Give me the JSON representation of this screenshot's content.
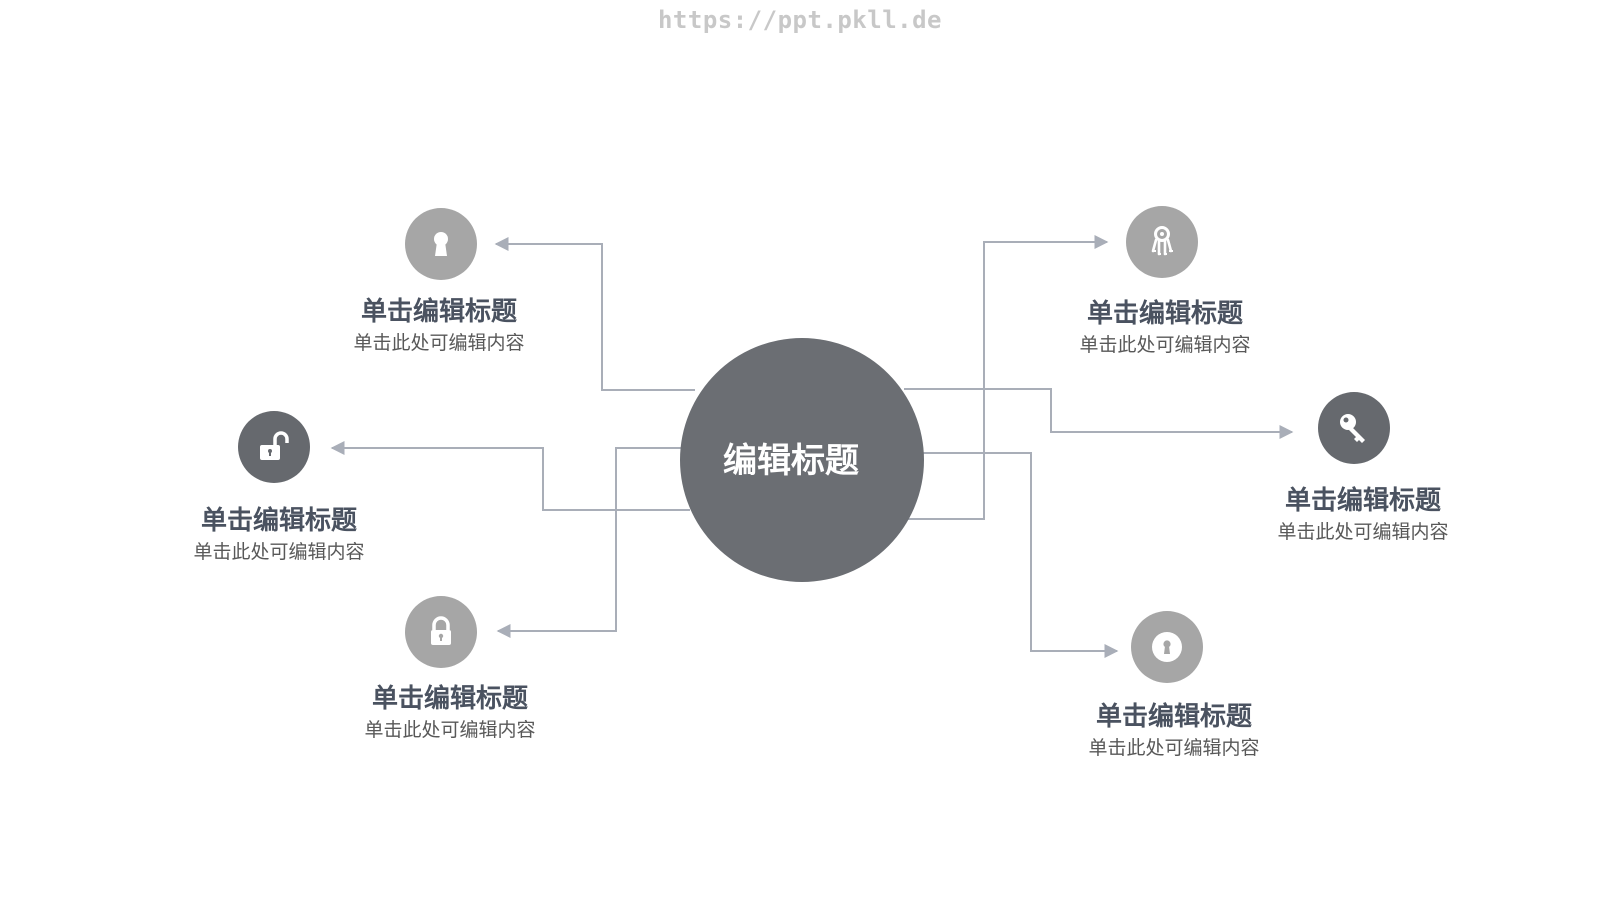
{
  "watermark": "https://ppt.pkll.de",
  "colors": {
    "center": "#6b6e73",
    "icon_light": "#a6a6a6",
    "icon_dark": "#66696e",
    "line": "#a9aeb8",
    "title_text": "#4a5260",
    "desc_text": "#585858",
    "watermark": "#c8c8c8"
  },
  "center": {
    "title": "编辑标题"
  },
  "nodes": [
    {
      "id": "top-left",
      "icon": "keyhole-icon",
      "tone": "light",
      "title": "单击编辑标题",
      "desc": "单击此处可编辑内容"
    },
    {
      "id": "middle-left",
      "icon": "unlocked-padlock-icon",
      "tone": "dark",
      "title": "单击编辑标题",
      "desc": "单击此处可编辑内容"
    },
    {
      "id": "bottom-left",
      "icon": "padlock-icon",
      "tone": "light",
      "title": "单击编辑标题",
      "desc": "单击此处可编辑内容"
    },
    {
      "id": "top-right",
      "icon": "key-ring-icon",
      "tone": "light",
      "title": "单击编辑标题",
      "desc": "单击此处可编辑内容"
    },
    {
      "id": "middle-right",
      "icon": "key-icon",
      "tone": "dark",
      "title": "单击编辑标题",
      "desc": "单击此处可编辑内容"
    },
    {
      "id": "bottom-right",
      "icon": "keyhole-circle-icon",
      "tone": "light",
      "title": "单击编辑标题",
      "desc": "单击此处可编辑内容"
    }
  ]
}
